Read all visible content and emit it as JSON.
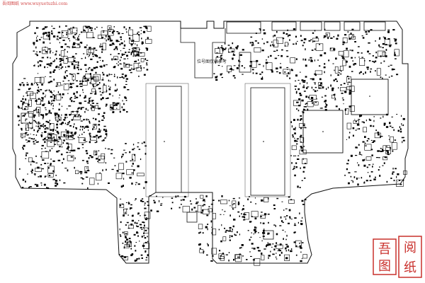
{
  "header": {
    "site_name": "吾阅图纸",
    "url": "www.wuyuetuzhi.com"
  },
  "board": {
    "note": "位号图仅供参考"
  },
  "watermark_stamp": {
    "chars": [
      "吾",
      "阅",
      "纸",
      "图"
    ],
    "color": "#c9302c"
  },
  "colors": {
    "outline": "#111111",
    "components": "#000000",
    "watermark": "#c9302c",
    "background": "#ffffff"
  }
}
